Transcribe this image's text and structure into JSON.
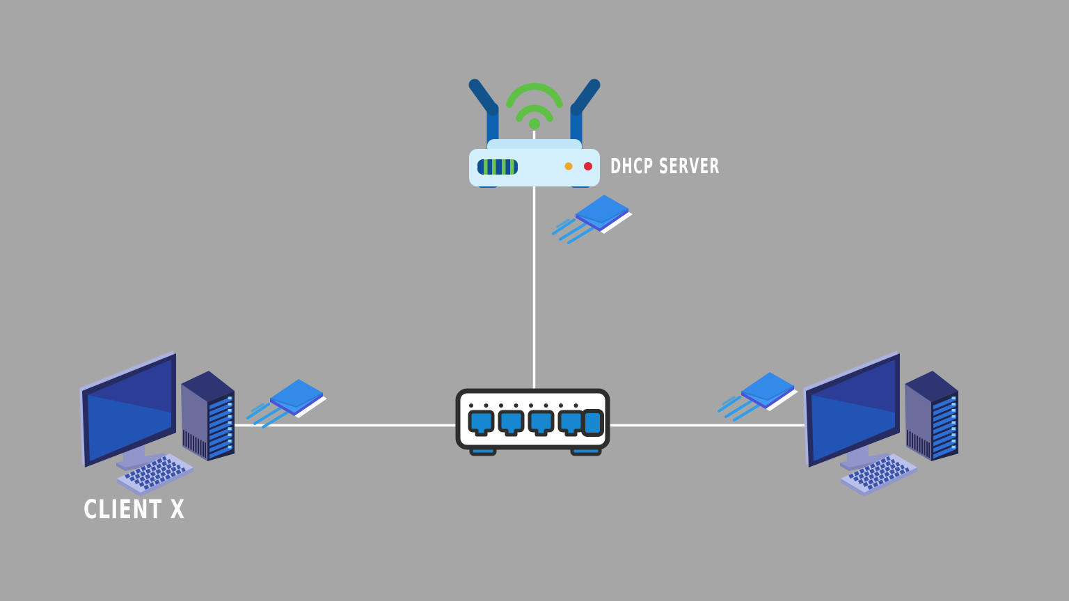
{
  "title": "DHCP network topology diagram",
  "labels": {
    "dhcp_server": "DHCP SERVER",
    "client_x": "CLIENT X"
  },
  "palette": {
    "background": "#a6a6a6",
    "connector": "#ffffff",
    "outline-dark": "#2d2d2d",
    "router-body": "#d3f0fc",
    "router-top": "#bfe6f6",
    "router-panel": "#0d4f98",
    "router-stripe": "#6fc24d",
    "antenna-dark": "#13538c",
    "antenna-bright": "#0d62b2",
    "wifi-green": "#5ec145",
    "led-orange": "#f0a62c",
    "led-red": "#dd2839",
    "switch-body": "#ffffff",
    "port-blue": "#1787d1",
    "monitor-frame": "#262c61",
    "monitor-edge": "#a9b2e1",
    "screen-dark": "#2b3d97",
    "screen-light": "#2254b5",
    "stand-purple": "#9196ca",
    "stand-side": "#7e83b8",
    "tower-top": "#2f3573",
    "tower-left": "#6b6d9d",
    "tower-right": "#20234a",
    "tower-slat": "#2e6fd6",
    "tower-slat-tick": "#8fd0f5",
    "vent-dark": "#23264e",
    "keyboard-base": "#b9c0ea",
    "keyboard-side": "#8f97cd",
    "keyboard-keys": "#3b53a8",
    "envelope-blue": "#3e99f1",
    "envelope-flap": "#338ae8",
    "envelope-crease": "#2b7cd6",
    "envelope-edge": "#4a55d6",
    "envelope-sheet": "#fafcfe",
    "speed-line": "#2f9de8"
  },
  "diagram": {
    "nodes": [
      {
        "id": "dhcp-server",
        "type": "wireless-router",
        "label": "DHCP SERVER",
        "position": "top-center"
      },
      {
        "id": "network-switch",
        "type": "ethernet-switch",
        "label": "",
        "position": "center"
      },
      {
        "id": "client-x",
        "type": "desktop-workstation",
        "label": "CLIENT X",
        "position": "bottom-left"
      },
      {
        "id": "client-right",
        "type": "desktop-workstation",
        "label": "",
        "position": "bottom-right"
      }
    ],
    "edges": [
      {
        "from": "dhcp-server",
        "to": "network-switch"
      },
      {
        "from": "client-x",
        "to": "network-switch"
      },
      {
        "from": "network-switch",
        "to": "client-right"
      }
    ],
    "messages": [
      {
        "id": "message-top",
        "icon": "envelope-icon",
        "near": "dhcp-server"
      },
      {
        "id": "message-left",
        "icon": "envelope-icon",
        "near": "client-x"
      },
      {
        "id": "message-right",
        "icon": "envelope-icon",
        "near": "client-right"
      }
    ]
  }
}
